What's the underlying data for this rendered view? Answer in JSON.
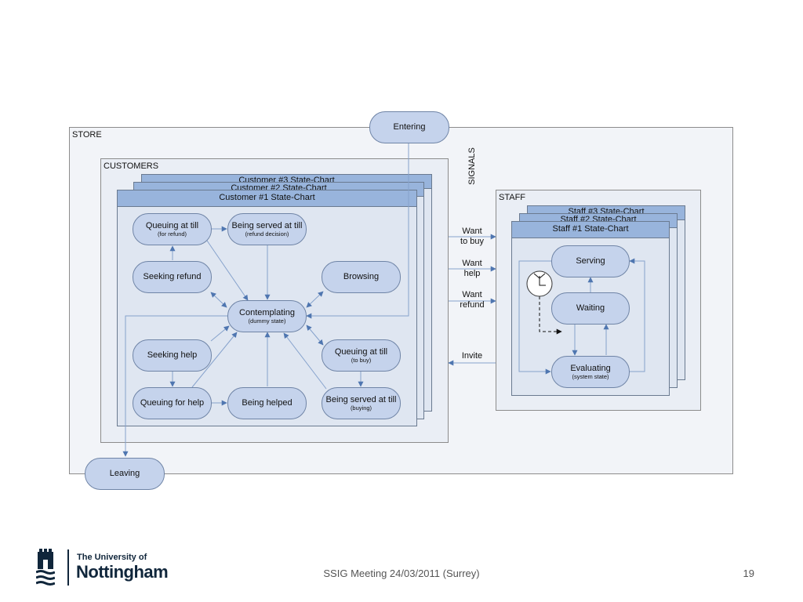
{
  "store": {
    "label": "STORE"
  },
  "customers": {
    "label": "CUSTOMERS",
    "charts": [
      "Customer #3 State-Chart",
      "Customer #2 State-Chart",
      "Customer #1 State-Chart"
    ],
    "states": {
      "queuing_refund": {
        "title": "Queuing at till",
        "sub": "(for refund)"
      },
      "served_refund": {
        "title": "Being served at till",
        "sub": "(refund decision)"
      },
      "seeking_refund": {
        "title": "Seeking refund"
      },
      "browsing": {
        "title": "Browsing"
      },
      "contemplating": {
        "title": "Contemplating",
        "sub": "(dummy state)"
      },
      "seeking_help": {
        "title": "Seeking help"
      },
      "queuing_buy": {
        "title": "Queuing at till",
        "sub": "(to buy)"
      },
      "queuing_help": {
        "title": "Queuing for help"
      },
      "being_helped": {
        "title": "Being helped"
      },
      "served_buy": {
        "title": "Being served at till",
        "sub": "(buying)"
      }
    }
  },
  "staff": {
    "label": "STAFF",
    "charts": [
      "Staff #3 State-Chart",
      "Staff #2 State-Chart",
      "Staff #1 State-Chart"
    ],
    "states": {
      "serving": {
        "title": "Serving"
      },
      "waiting": {
        "title": "Waiting"
      },
      "evaluating": {
        "title": "Evaluating",
        "sub": "(system state)"
      }
    }
  },
  "signals": {
    "label": "SIGNALS",
    "want_buy": [
      "Want",
      "to buy"
    ],
    "want_help": [
      "Want",
      "help"
    ],
    "want_refund": [
      "Want",
      "refund"
    ],
    "invite": "Invite"
  },
  "entering": "Entering",
  "leaving": "Leaving",
  "footer": {
    "logo_top": "The University of",
    "logo_bottom": "Nottingham",
    "meeting": "SSIG Meeting 24/03/2011 (Surrey)",
    "page": "19"
  },
  "colors": {
    "state_fill": "#c5d3ec",
    "chart_header": "#98b4dc",
    "arrow": "#5b7fb5",
    "logo": "#10263b"
  }
}
